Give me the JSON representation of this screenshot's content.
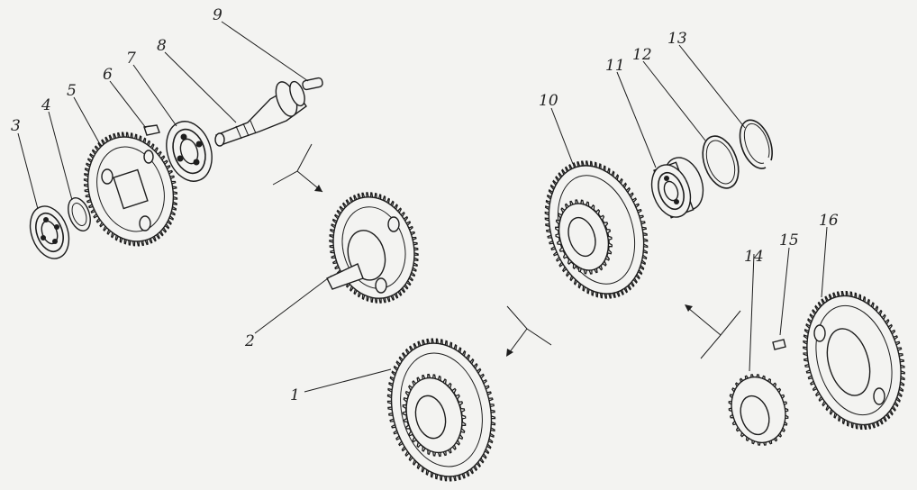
{
  "diagram": {
    "parts": [
      {
        "id": "part-1",
        "number": "1"
      },
      {
        "id": "part-2",
        "number": "2"
      },
      {
        "id": "part-3",
        "number": "3"
      },
      {
        "id": "part-4",
        "number": "4"
      },
      {
        "id": "part-5",
        "number": "5"
      },
      {
        "id": "part-6",
        "number": "6"
      },
      {
        "id": "part-7",
        "number": "7"
      },
      {
        "id": "part-8",
        "number": "8"
      },
      {
        "id": "part-9",
        "number": "9"
      },
      {
        "id": "part-10",
        "number": "10"
      },
      {
        "id": "part-11",
        "number": "11"
      },
      {
        "id": "part-12",
        "number": "12"
      },
      {
        "id": "part-13",
        "number": "13"
      },
      {
        "id": "part-14",
        "number": "14"
      },
      {
        "id": "part-15",
        "number": "15"
      },
      {
        "id": "part-16",
        "number": "16"
      }
    ],
    "colors": {
      "ink": "#1d1d1d",
      "paper": "#f3f3f1"
    }
  }
}
